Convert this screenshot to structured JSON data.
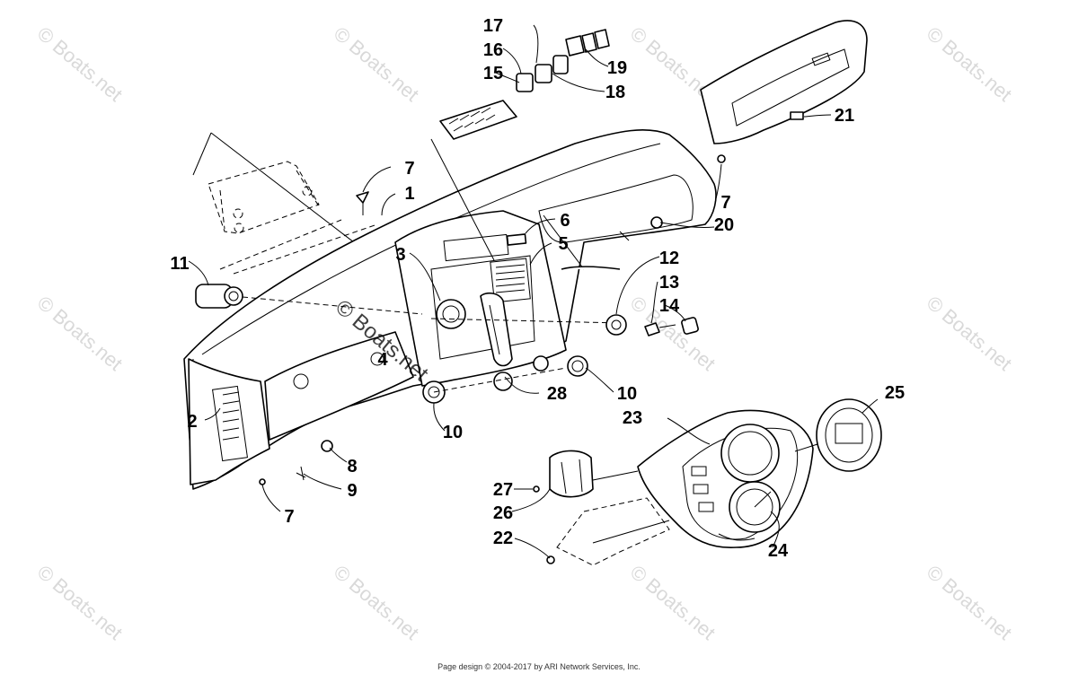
{
  "callouts": [
    "1",
    "2",
    "3",
    "4",
    "5",
    "6",
    "7",
    "7",
    "7",
    "8",
    "9",
    "10",
    "10",
    "11",
    "12",
    "13",
    "14",
    "15",
    "16",
    "17",
    "18",
    "19",
    "20",
    "21",
    "22",
    "23",
    "24",
    "25",
    "26",
    "27",
    "28"
  ],
  "watermark": "© Boats.net",
  "footer": "Page design © 2004-2017 by ARI Network Services, Inc."
}
